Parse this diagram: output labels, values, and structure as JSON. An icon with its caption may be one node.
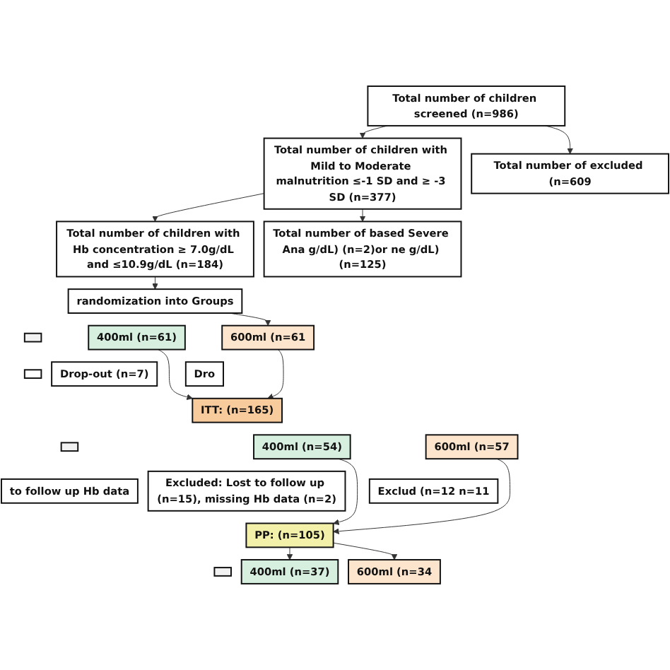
{
  "diagram": {
    "nodes": [
      {
        "text": [
          "Total number of children screened (n=986)"
        ]
      },
      {
        "text": [
          "Total number of excluded (n=609"
        ]
      },
      {
        "text": [
          "Total number of children with Mild to Moderate malnutrition ≤-1 SD and ≥ -3 SD (n=377)"
        ]
      },
      {
        "text": [
          "Total number of based Severe Ana g/dL) (n=2)or ne g/dL) (n=125)"
        ]
      },
      {
        "text": [
          "Total number of children with Hb concentration ≥ 7.0g/dL and ≤10.9g/dL (n=184)"
        ]
      },
      {
        "text": [
          "randomization into Groups"
        ]
      },
      {
        "text": [],
        "shape": "box"
      },
      {
        "text": [
          "400ml (n=61)"
        ]
      },
      {
        "text": [
          "600ml (n=61"
        ]
      },
      {
        "text": [],
        "shape": "box"
      },
      {
        "text": [
          "Drop-out (n=7)"
        ]
      },
      {
        "text": [
          "Dro"
        ]
      },
      {
        "text": [
          "ITT: (n=165)"
        ]
      },
      {
        "text": [],
        "shape": "box"
      },
      {
        "text": [
          "400ml (n=54)"
        ]
      },
      {
        "text": [
          "600ml (n=57"
        ]
      },
      {
        "text": [
          "to follow up Hb data"
        ]
      },
      {
        "text": [
          "Excluded: Lost to follow up (n=15), missing Hb data (n=2)"
        ]
      },
      {
        "text": [
          "Exclud (n=12 n=11"
        ]
      },
      {
        "text": [
          "PP: (n=105)"
        ]
      },
      {
        "text": [],
        "shape": "box"
      },
      {
        "text": [
          "400ml (n=37)"
        ]
      },
      {
        "text": [
          "600ml (n=34"
        ]
      }
    ],
    "edges": [
      {
        "from": 0,
        "to": 2,
        "arrow": "to"
      },
      {
        "from": 0,
        "to": 1,
        "arrow": "to"
      },
      {
        "from": 2,
        "to": 4,
        "arrow": "to"
      },
      {
        "from": 2,
        "to": 3,
        "arrow": "to"
      },
      {
        "from": 4,
        "to": 5,
        "arrow": "to"
      },
      {
        "from": 5,
        "to": 8,
        "arrow": "to"
      },
      {
        "from": 7,
        "to": 12,
        "arrow": "to"
      },
      {
        "from": 8,
        "to": 12,
        "arrow": "to"
      },
      {
        "from": 14,
        "to": 19,
        "arrow": "to"
      },
      {
        "from": 15,
        "to": 19,
        "arrow": "to"
      },
      {
        "from": 19,
        "to": 21,
        "arrow": "to"
      },
      {
        "from": 19,
        "to": 22,
        "arrow": "to"
      }
    ]
  }
}
